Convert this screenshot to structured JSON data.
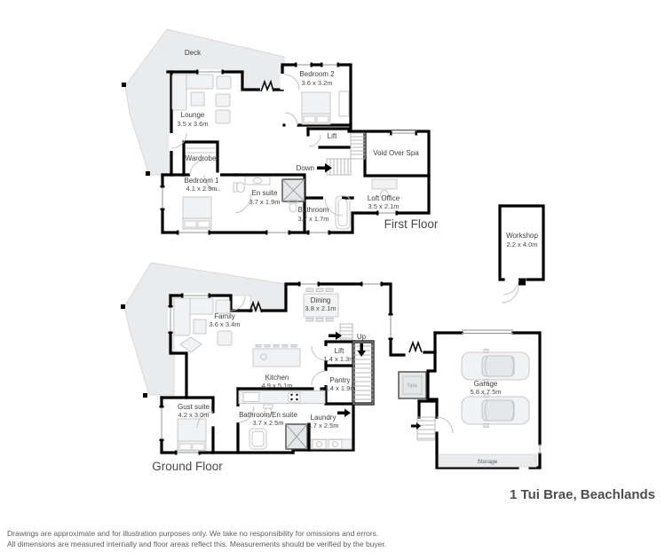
{
  "ff": {
    "title": "First Floor",
    "deck": "Deck",
    "lounge": "Lounge",
    "lounge_d": "3.5 x 3.6m",
    "bed2": "Bedroom 2",
    "bed2_d": "3.6 x 3.2m",
    "lift": "Lift",
    "down": "Down",
    "void": "Void Over Spa",
    "wardrobe": "Wardrobe",
    "bed1": "Bedroom 1",
    "bed1_d": "4.1 x 2.9m",
    "ensuite": "En suite",
    "ensuite_d": "3.7 x 1.9m",
    "bath": "Bathroom",
    "bath_d": "3.7 x 1.7m",
    "loft": "Loft Office",
    "loft_d": "3.5 x 2.1m"
  },
  "outbuilding": {
    "workshop": "Workshop",
    "workshop_d": "2.2 x 4.0m"
  },
  "gf": {
    "title": "Ground Floor",
    "deck": "",
    "family": "Family",
    "family_d": "3.6 x 3.4m",
    "dining": "Dining",
    "dining_d": "3.8 x 2.1m",
    "up": "Up",
    "lift": "Lift",
    "lift_d": "1.4 x 1.3m",
    "kitchen": "Kitchen",
    "kitchen_d": "4.9 x 5.1m",
    "pantry": "Pantry",
    "pantry_d": "1.4 x 1.9m",
    "spa": "Spa",
    "garage": "Garage",
    "garage_d": "5.8 x 7.5m",
    "guest": "Gust suite",
    "guest_d": "4.2 x 3.0m",
    "bath_ensuite": "Bathroom/En suite",
    "bath_ensuite_d": "3.7 x 2.5m",
    "laundry": "Laundry",
    "laundry_d": "3.7 x 2.5m",
    "storage": "Storage"
  },
  "footer": {
    "address": "1 Tui Brae, Beachlands",
    "disclaimer1": "Drawings are approximate and for illustration purposes only. We take no responsibility for omissions and errors.",
    "disclaimer2": "All dimensions are measured internally and floor areas reflect this. Measurements should be verified by the buyer."
  },
  "colors": {
    "wall": "#000000",
    "deck_fill": "#e9ebec",
    "label": "#3d3d3d",
    "title": "#4a4a4a"
  }
}
